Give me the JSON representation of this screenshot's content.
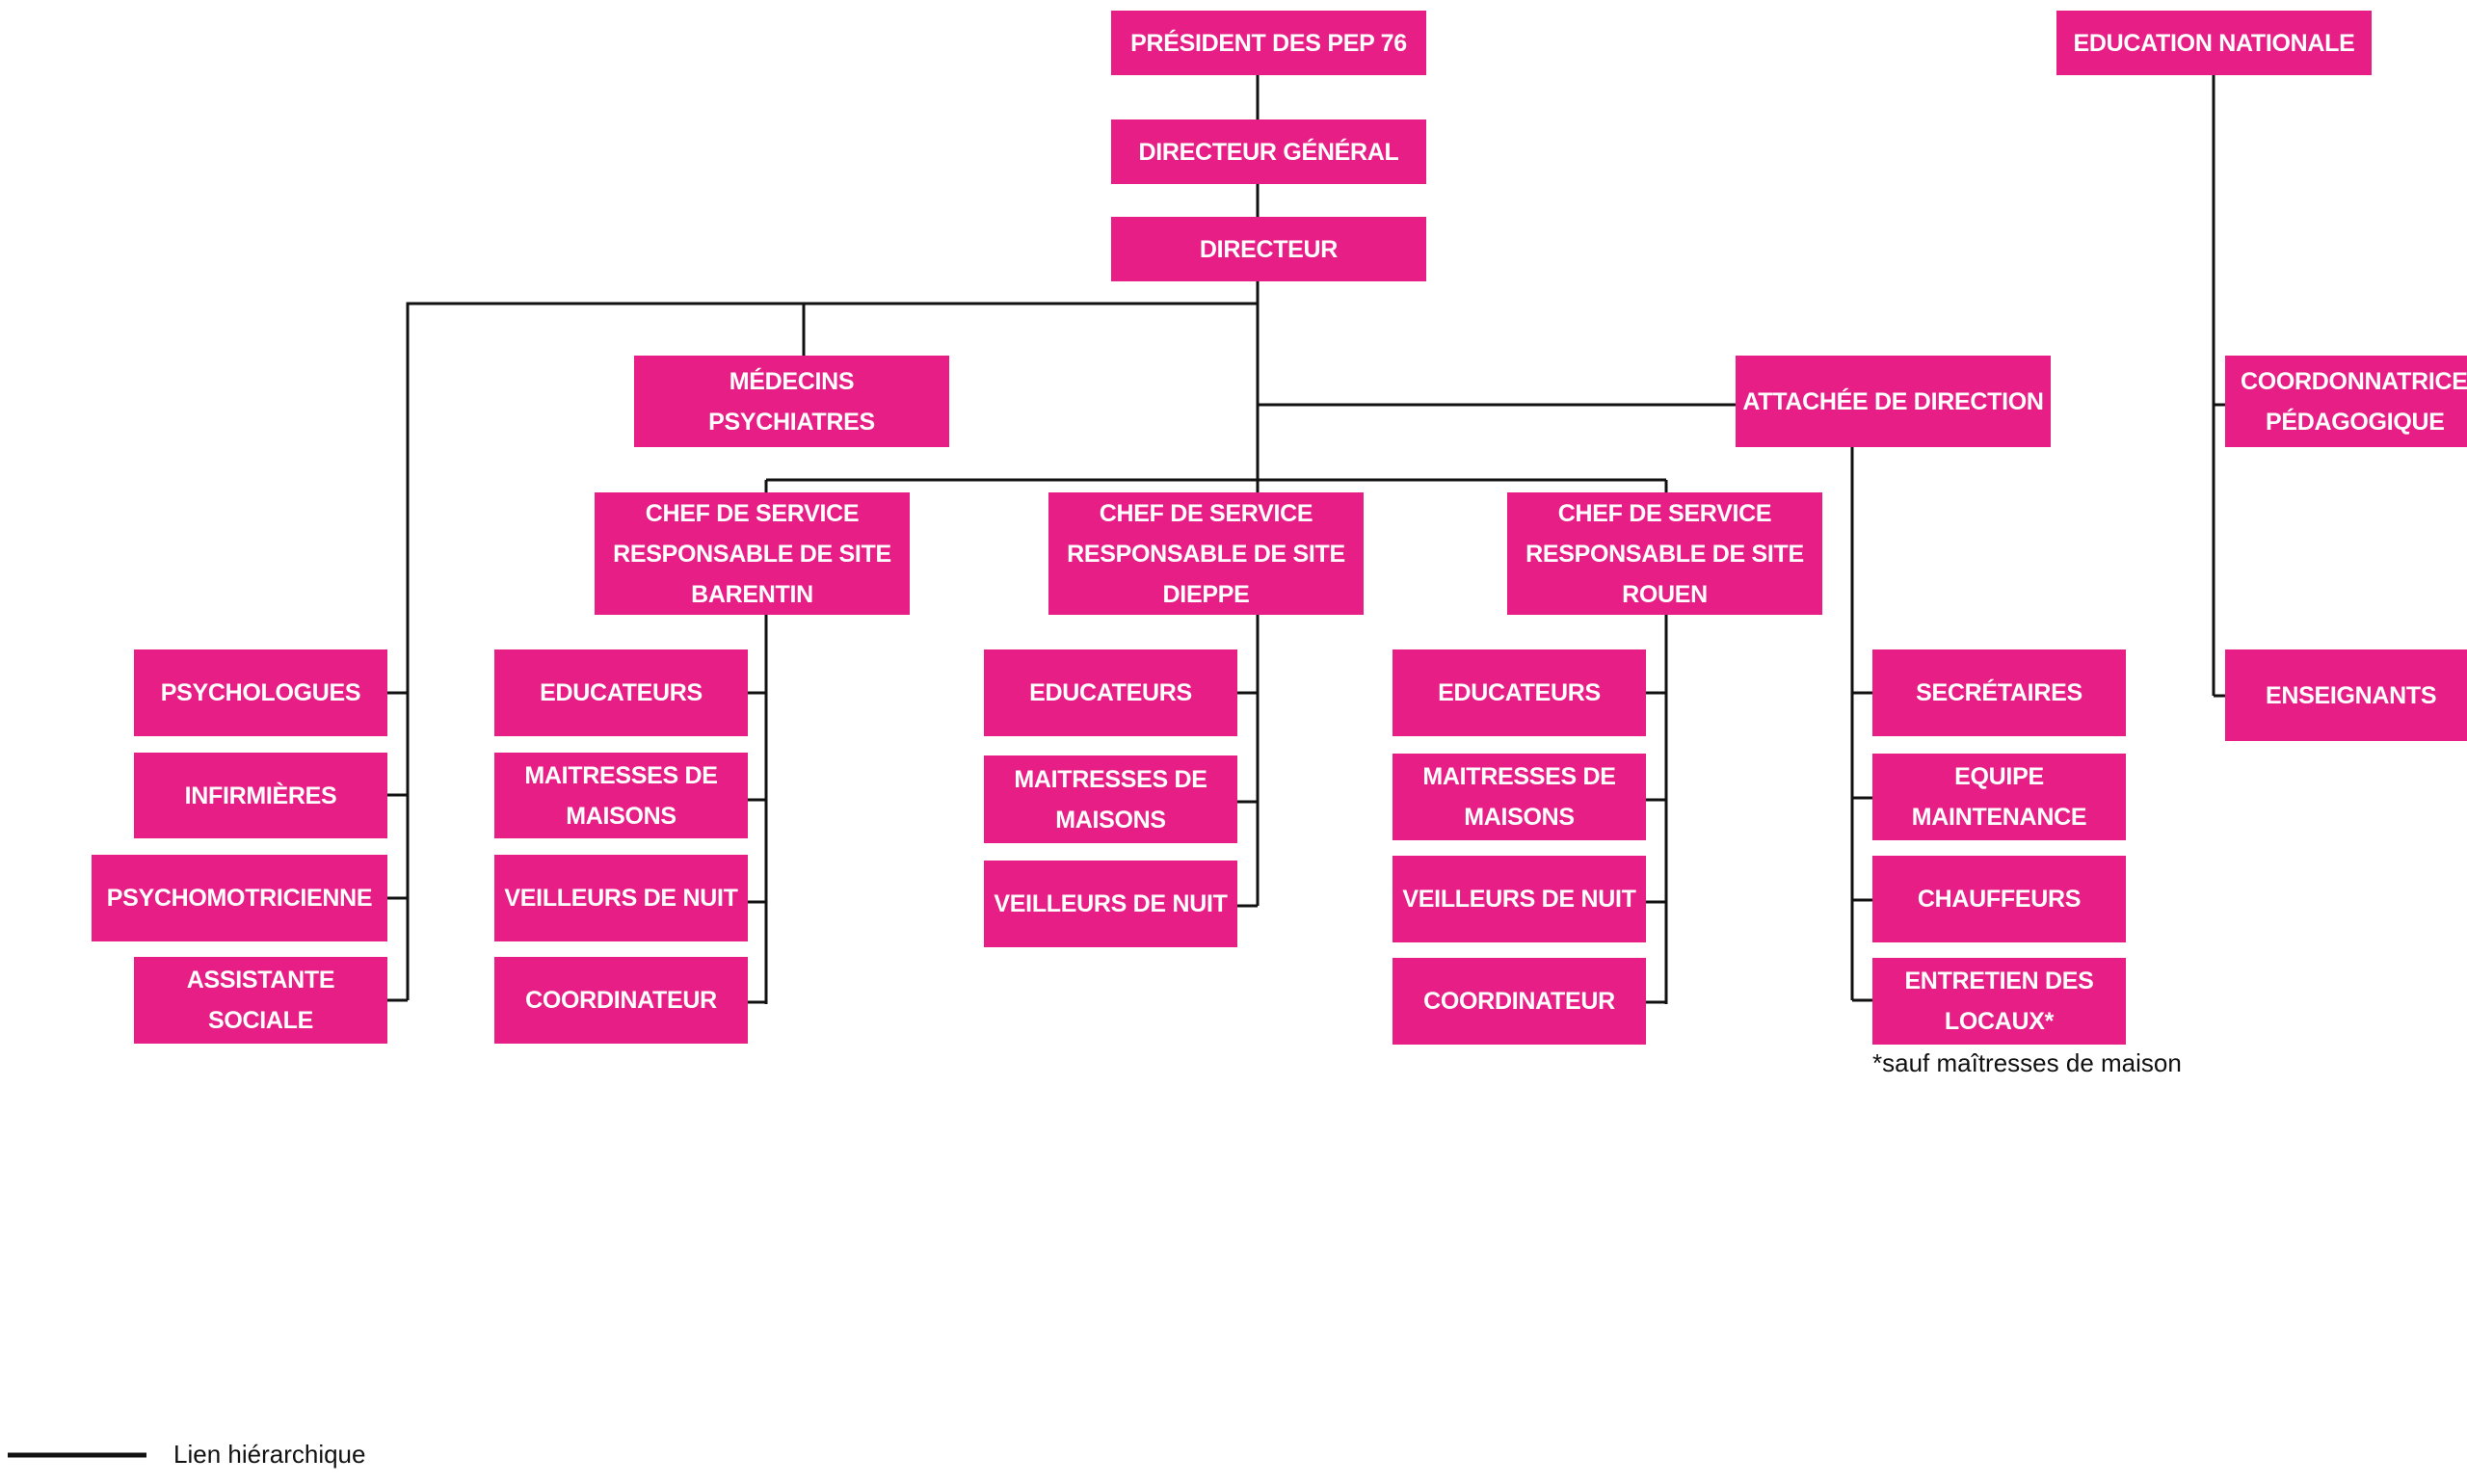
{
  "colors": {
    "box": "#E61E85",
    "line": "#111111"
  },
  "top": {
    "president": "PRÉSIDENT DES PEP 76",
    "dg": "DIRECTEUR GÉNÉRAL",
    "directeur": "DIRECTEUR",
    "education_nationale": "EDUCATION NATIONALE"
  },
  "medecins": [
    "MÉDECINS",
    "PSYCHIATRES"
  ],
  "attachee": "ATTACHÉE DE DIRECTION",
  "coordonnatrice": [
    "COORDONNATRICE",
    "PÉDAGOGIQUE"
  ],
  "enseignants": "ENSEIGNANTS",
  "chefs": [
    {
      "l1": "CHEF DE SERVICE",
      "l2": "RESPONSABLE DE SITE",
      "l3": "BARENTIN"
    },
    {
      "l1": "CHEF DE SERVICE",
      "l2": "RESPONSABLE DE SITE",
      "l3": "DIEPPE"
    },
    {
      "l1": "CHEF DE SERVICE",
      "l2": "RESPONSABLE DE SITE",
      "l3": "ROUEN"
    }
  ],
  "medical": [
    [
      "PSYCHOLOGUES"
    ],
    [
      "INFIRMIÈRES"
    ],
    [
      "PSYCHOMOTRICIENNE"
    ],
    [
      "ASSISTANTE",
      "SOCIALE"
    ]
  ],
  "barentin": [
    [
      "EDUCATEURS"
    ],
    [
      "MAITRESSES DE",
      "MAISONS"
    ],
    [
      "VEILLEURS DE NUIT"
    ],
    [
      "COORDINATEUR"
    ]
  ],
  "dieppe": [
    [
      "EDUCATEURS"
    ],
    [
      "MAITRESSES DE",
      "MAISONS"
    ],
    [
      "VEILLEURS DE NUIT"
    ]
  ],
  "rouen": [
    [
      "EDUCATEURS"
    ],
    [
      "MAITRESSES DE",
      "MAISONS"
    ],
    [
      "VEILLEURS DE NUIT"
    ],
    [
      "COORDINATEUR"
    ]
  ],
  "admin": [
    [
      "SECRÉTAIRES"
    ],
    [
      "EQUIPE",
      "MAINTENANCE"
    ],
    [
      "CHAUFFEURS"
    ],
    [
      "ENTRETIEN DES",
      "LOCAUX*"
    ]
  ],
  "footnote": "*sauf maîtresses de maison",
  "legend": {
    "label": "Lien hiérarchique"
  }
}
